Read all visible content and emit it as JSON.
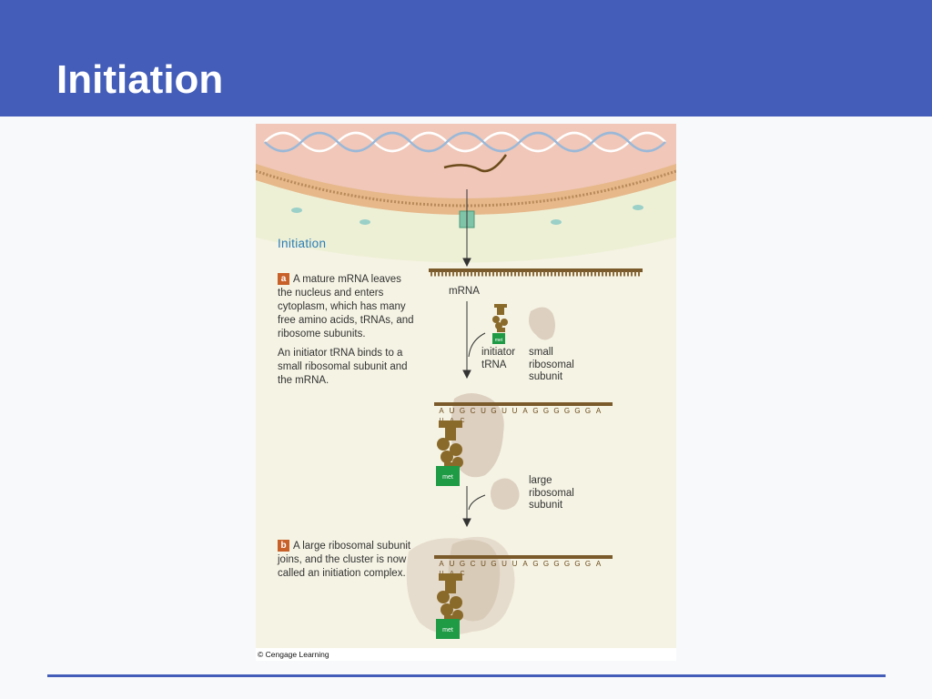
{
  "slide": {
    "title": "Initiation"
  },
  "figure": {
    "title": "Initiation",
    "step_a": {
      "badge": "a",
      "text1": "A mature mRNA leaves the nucleus and enters cytoplasm, which has many free amino acids, tRNAs, and ribosome subunits.",
      "text2": "An initiator tRNA binds to a small ribosomal subunit and the mRNA."
    },
    "step_b": {
      "badge": "b",
      "text": "A large ribosomal subunit joins, and the cluster is now called an initiation complex."
    },
    "labels": {
      "mrna": "mRNA",
      "initiator_trna": "initiator\ntRNA",
      "small_subunit": "small\nribosomal\nsubunit",
      "large_subunit": "large\nribosomal\nsubunit",
      "met": "met",
      "codons": [
        "A",
        "U",
        "G",
        "C",
        "U",
        "G",
        "U",
        "U",
        "A",
        "G",
        "G",
        "G",
        "G",
        "G",
        "G",
        "A"
      ],
      "anticodon": [
        "U",
        "A",
        "C"
      ]
    },
    "copyright": "© Cengage Learning"
  },
  "colors": {
    "header_bg": "#435db8",
    "nucleus": "#f0c7b8",
    "trna": "#8a6a2a",
    "met_green": "#1f9a45",
    "ribosome": "#ddd0c0",
    "badge": "#c8602a",
    "title_blue": "#2a7db8"
  }
}
